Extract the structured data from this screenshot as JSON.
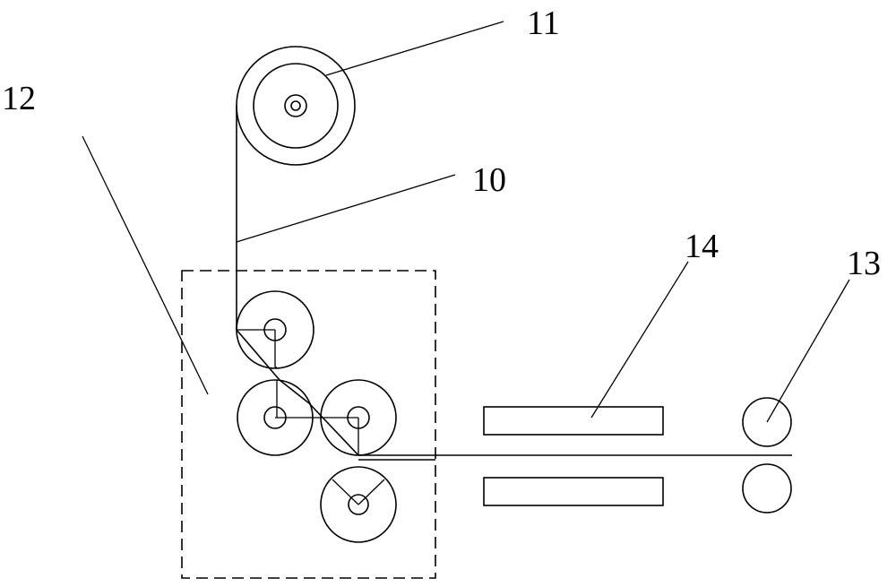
{
  "labels": {
    "roll_11": "11",
    "belt_10": "10",
    "box_12": "12",
    "rollers_13": "13",
    "plates_14": "14"
  },
  "colors": {
    "stroke": "#000000",
    "background": "#ffffff"
  }
}
